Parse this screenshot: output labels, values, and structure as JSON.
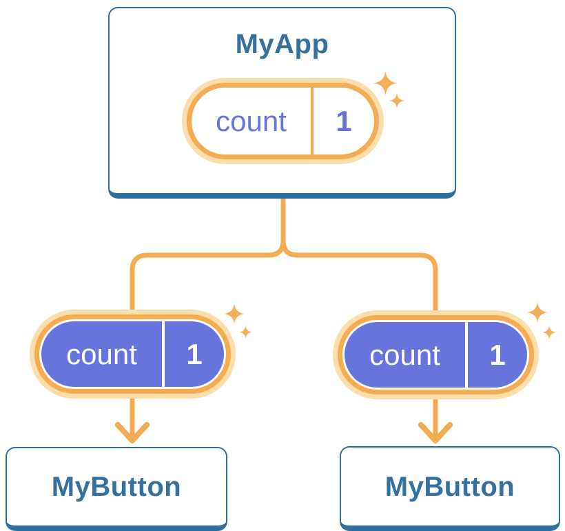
{
  "diagram_title": "react-state-lifting-tree",
  "app_card": {
    "title": "MyApp",
    "pill": {
      "label": "count",
      "value": "1"
    }
  },
  "children": [
    {
      "title": "MyButton",
      "pill": {
        "label": "count",
        "value": "1"
      }
    },
    {
      "title": "MyButton",
      "pill": {
        "label": "count",
        "value": "1"
      }
    }
  ],
  "icons": {
    "sparkle": "sparkle-icon",
    "arrow": "arrow-down-icon"
  },
  "colors": {
    "accent_orange": "#F4AC52",
    "halo_orange": "#FBDEAC",
    "sparkle_orange": "#F3B05A",
    "state_purple": "#6674DC",
    "card_border_blue": "#2F6F9F",
    "title_blue": "#35719F",
    "background": "#FFFFFF"
  }
}
